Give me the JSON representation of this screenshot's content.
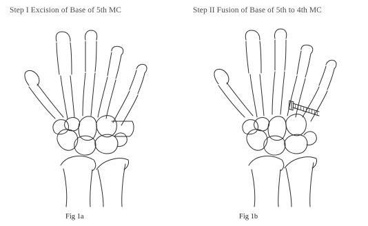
{
  "panels": [
    {
      "title": "Step I Excision of Base of 5th MC",
      "caption": "Fig 1a"
    },
    {
      "title": "Step II Fusion of Base of 5th to 4th MC",
      "caption": "Fig 1b"
    }
  ]
}
